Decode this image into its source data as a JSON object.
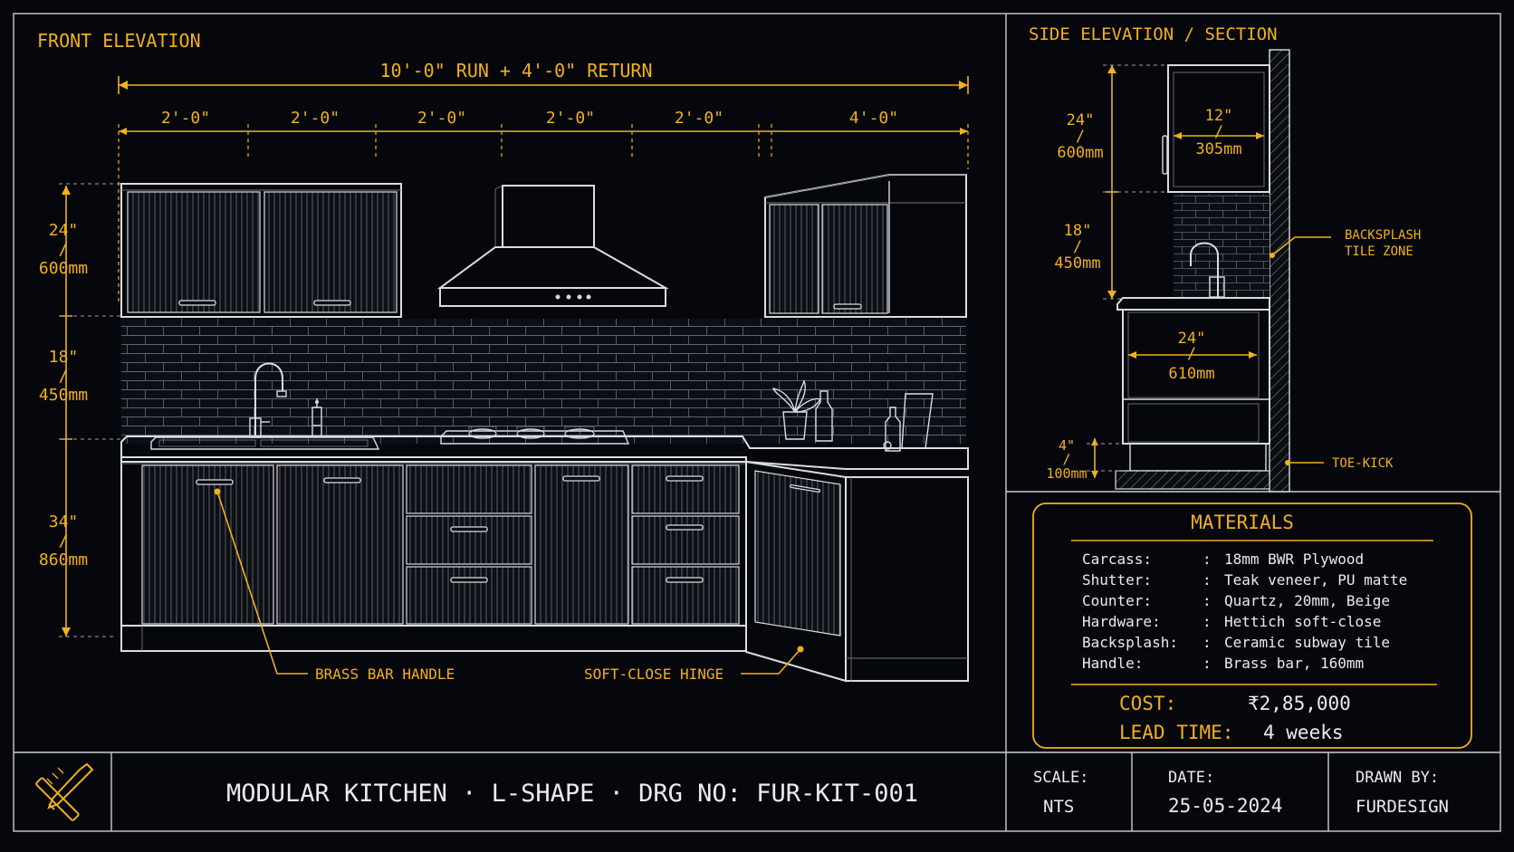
{
  "front_elevation": {
    "title": "FRONT ELEVATION",
    "overall_dimension": "10'-0\" RUN + 4'-0\" RETURN",
    "segments": [
      "2'-0\"",
      "2'-0\"",
      "2'-0\"",
      "2'-0\"",
      "2'-0\"",
      "4'-0\""
    ],
    "heights": [
      {
        "imperial": "24\"",
        "sep": "/",
        "metric": "600mm"
      },
      {
        "imperial": "18\"",
        "sep": "/",
        "metric": "450mm"
      },
      {
        "imperial": "34\"",
        "sep": "/",
        "metric": "860mm"
      }
    ],
    "callouts": {
      "handle": "BRASS BAR HANDLE",
      "hinge": "SOFT-CLOSE HINGE"
    }
  },
  "side_elevation": {
    "title": "SIDE ELEVATION / SECTION",
    "wall_height": {
      "imperial": "24\"",
      "sep": "/",
      "metric": "600mm"
    },
    "wall_depth": {
      "imperial": "12\"",
      "sep": "/",
      "metric": "305mm"
    },
    "gap_height": {
      "imperial": "18\"",
      "sep": "/",
      "metric": "450mm"
    },
    "base_depth": {
      "imperial": "24\"",
      "sep": "/",
      "metric": "610mm"
    },
    "toe_height": {
      "imperial": "4\"",
      "sep": "/",
      "metric": "100mm"
    },
    "backsplash_label_1": "BACKSPLASH",
    "backsplash_label_2": "TILE ZONE",
    "toe_kick_label": "TOE-KICK"
  },
  "materials": {
    "title": "MATERIALS",
    "rows": [
      {
        "key": "Carcass:",
        "sep": ":",
        "value": "18mm BWR Plywood"
      },
      {
        "key": "Shutter:",
        "sep": ":",
        "value": "Teak veneer, PU matte"
      },
      {
        "key": "Counter:",
        "sep": ":",
        "value": "Quartz, 20mm, Beige"
      },
      {
        "key": "Hardware:",
        "sep": ":",
        "value": "Hettich soft-close"
      },
      {
        "key": "Backsplash:",
        "sep": ":",
        "value": "Ceramic subway tile"
      },
      {
        "key": "Handle:",
        "sep": ":",
        "value": "Brass bar, 160mm"
      }
    ],
    "cost_label": "COST:",
    "cost_value": "₹2,85,000",
    "lead_label": "LEAD TIME:",
    "lead_value": "4 weeks"
  },
  "title_block": {
    "drawing_title": "MODULAR KITCHEN · L-SHAPE · DRG NO: FUR-KIT-001",
    "scale_label": "SCALE:",
    "scale_value": "NTS",
    "date_label": "DATE:",
    "date_value": "25-05-2024",
    "drawn_label": "DRAWN BY:",
    "drawn_value": "FURDESIGN",
    "logo_icon": "pencil-ruler-icon"
  },
  "colors": {
    "background": "#05070c",
    "accent": "#f2b01e",
    "linework": "#d9dde2"
  }
}
